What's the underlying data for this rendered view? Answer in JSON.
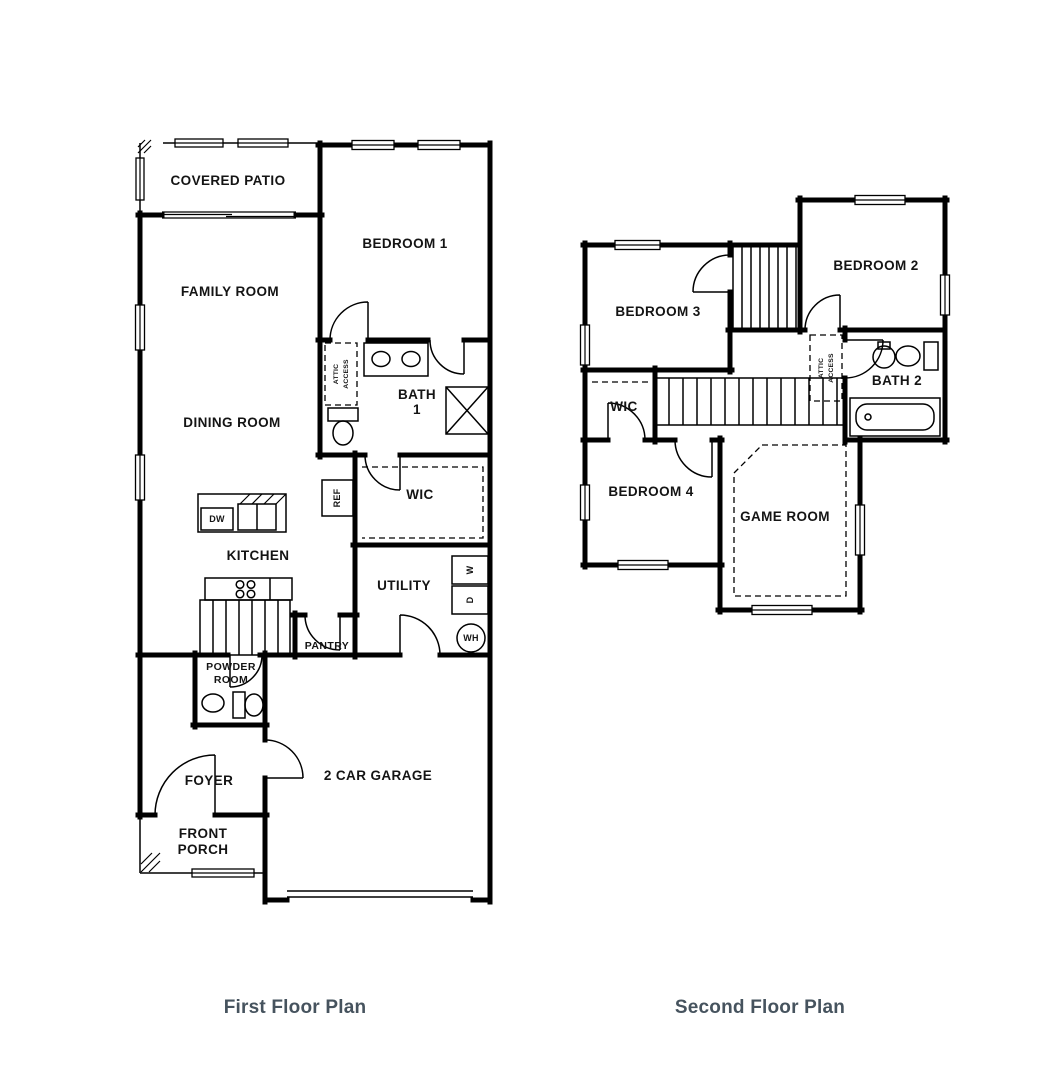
{
  "colors": {
    "background": "#ffffff",
    "wall": "#000000",
    "label": "#141414",
    "caption": "#46535e"
  },
  "first_floor": {
    "caption": "First Floor Plan",
    "labels": {
      "covered_patio": "COVERED PATIO",
      "bedroom_1": "BEDROOM 1",
      "family_room": "FAMILY ROOM",
      "dining_room": "DINING ROOM",
      "attic_access_line1": "ATTIC",
      "attic_access_line2": "ACCESS",
      "bath_1_line1": "BATH",
      "bath_1_line2": "1",
      "wic": "WIC",
      "ref": "REF",
      "kitchen": "KITCHEN",
      "dw": "DW",
      "utility": "UTILITY",
      "washer": "W",
      "dryer": "D",
      "pantry": "PANTRY",
      "water_heater": "WH",
      "powder_room_line1": "POWDER",
      "powder_room_line2": "ROOM",
      "foyer": "FOYER",
      "garage": "2 CAR GARAGE",
      "front_porch_line1": "FRONT",
      "front_porch_line2": "PORCH"
    }
  },
  "second_floor": {
    "caption": "Second Floor Plan",
    "labels": {
      "bedroom_3": "BEDROOM 3",
      "bedroom_2": "BEDROOM 2",
      "attic_access_line1": "ATTIC",
      "attic_access_line2": "ACCESS",
      "bath_2": "BATH 2",
      "wic": "WIC",
      "bedroom_4": "BEDROOM 4",
      "game_room": "GAME ROOM"
    }
  }
}
